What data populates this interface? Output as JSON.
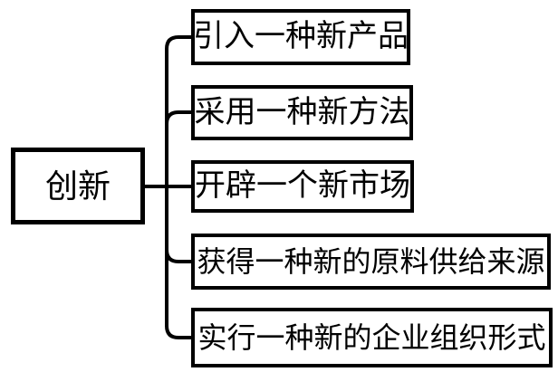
{
  "diagram": {
    "root": {
      "label": "创新"
    },
    "branches": [
      {
        "label": "引入一种新产品"
      },
      {
        "label": "采用一种新方法"
      },
      {
        "label": "开辟一个新市场"
      },
      {
        "label": "获得一种新的原料供给来源"
      },
      {
        "label": "实行一种新的企业组织形式"
      }
    ],
    "colors": {
      "line": "#000000",
      "background": "#ffffff",
      "text": "#000000"
    }
  }
}
